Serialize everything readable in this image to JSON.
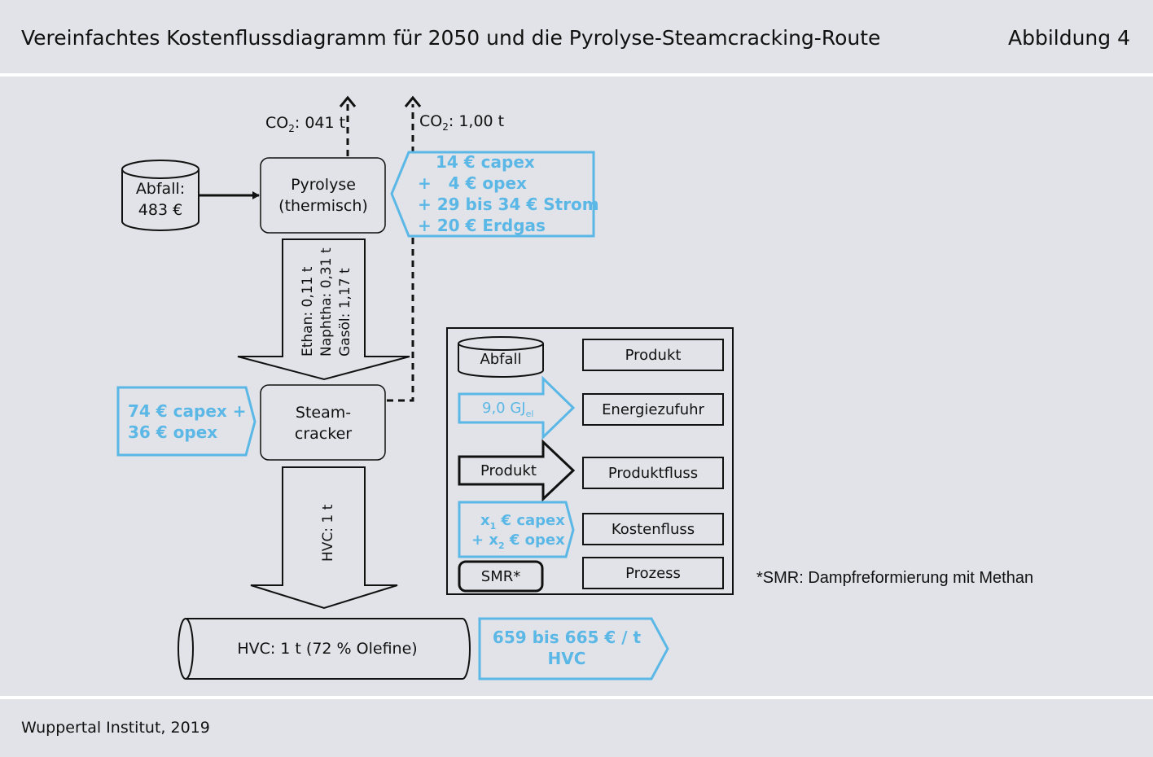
{
  "header": {
    "title": "Vereinfachtes Kostenflussdiagramm für 2050 und die Pyrolyse-Steamcracking-Route",
    "figure_label": "Abbildung 4"
  },
  "footer": {
    "source": "Wuppertal Institut, 2019"
  },
  "diagram": {
    "co2_pyrolysis": {
      "prefix": "CO",
      "sub": "2",
      "value": ": 041 t"
    },
    "co2_total": {
      "prefix": "CO",
      "sub": "2",
      "value": ": 1,00 t"
    },
    "waste": {
      "line1": "Abfall:",
      "line2": "483 €"
    },
    "pyrolysis": {
      "line1": "Pyrolyse",
      "line2": "(thermisch)"
    },
    "pyrolysis_costs": [
      "14 € capex",
      "+   4 € opex",
      "+ 29 bis 34 € Strom",
      "+ 20 € Erdgas"
    ],
    "product_flow_labels": [
      "Ethan: 0,11 t",
      "Naphtha: 0,31 t",
      "Gasöl: 1,17 t"
    ],
    "steamcracker": {
      "line1": "Steam-",
      "line2": "cracker"
    },
    "steamcracker_costs": [
      "74 € capex +",
      "36 € opex"
    ],
    "hvc_flow_label": "HVC: 1 t",
    "hvc_product": "HVC: 1 t (72 % Olefine)",
    "total_cost": [
      "659 bis 665 € / t",
      "HVC"
    ]
  },
  "legend": {
    "waste_label": "Abfall",
    "product_label": "Produkt",
    "energy_value": "9,0 GJ",
    "energy_sub": "el",
    "energy_label": "Energiezufuhr",
    "productflow_arrow_label": "Produkt",
    "productflow_label": "Produktfluss",
    "cost_line1_prefix": "x",
    "cost_line1_sub": "1",
    "cost_line1_rest": " € capex",
    "cost_line2_prefix": "+ x",
    "cost_line2_sub": "2",
    "cost_line2_rest": " € opex",
    "costflow_label": "Kostenfluss",
    "smr_label": "SMR*",
    "process_label": "Prozess"
  },
  "footnote": "*SMR: Dampfreformierung mit Methan",
  "colors": {
    "accent_blue": "#5bb8e6",
    "background": "#e2e3e8"
  }
}
